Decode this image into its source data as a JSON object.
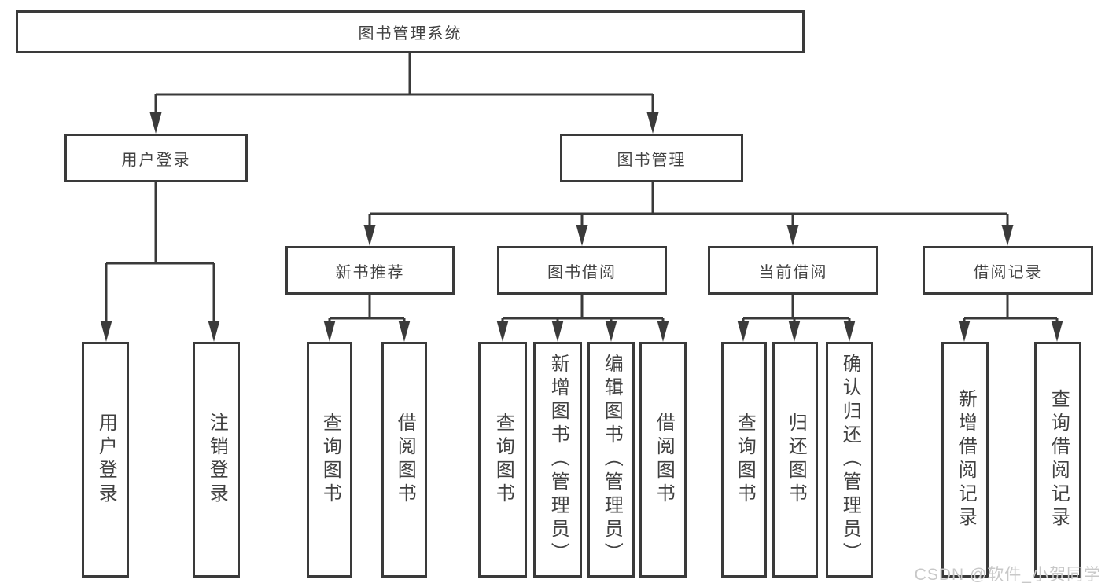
{
  "diagram": {
    "root": {
      "label": "图书管理系统"
    },
    "level1": [
      {
        "label": "用户登录"
      },
      {
        "label": "图书管理"
      }
    ],
    "level2": [
      {
        "label": "新书推荐",
        "parent": "图书管理"
      },
      {
        "label": "图书借阅",
        "parent": "图书管理"
      },
      {
        "label": "当前借阅",
        "parent": "图书管理"
      },
      {
        "label": "借阅记录",
        "parent": "图书管理"
      }
    ],
    "leaves": [
      {
        "label": "用户登录",
        "parent": "用户登录"
      },
      {
        "label": "注销登录",
        "parent": "用户登录"
      },
      {
        "label": "查询图书",
        "parent": "新书推荐"
      },
      {
        "label": "借阅图书",
        "parent": "新书推荐"
      },
      {
        "label": "查询图书",
        "parent": "图书借阅"
      },
      {
        "label": "新增图书（管理员）",
        "parent": "图书借阅"
      },
      {
        "label": "编辑图书（管理员）",
        "parent": "图书借阅"
      },
      {
        "label": "借阅图书",
        "parent": "图书借阅"
      },
      {
        "label": "查询图书",
        "parent": "当前借阅"
      },
      {
        "label": "归还图书",
        "parent": "当前借阅"
      },
      {
        "label": "确认归还（管理员）",
        "parent": "当前借阅"
      },
      {
        "label": "新增借阅记录",
        "parent": "借阅记录"
      },
      {
        "label": "查询借阅记录",
        "parent": "借阅记录"
      }
    ]
  },
  "watermark": {
    "text": "CSDN @软件_小贺同学"
  },
  "colors": {
    "line": "#3a3a3a",
    "text": "#414141",
    "background": "#ffffff",
    "watermark": "#c8c8c8"
  }
}
